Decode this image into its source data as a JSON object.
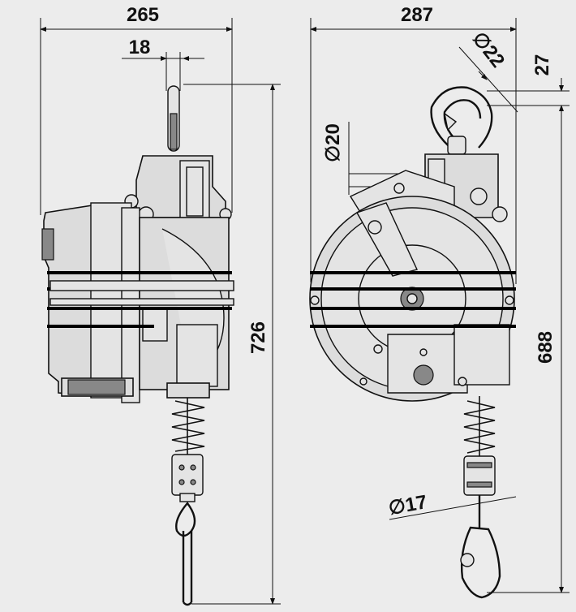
{
  "dimensions": {
    "side_width": "265",
    "side_hook": "18",
    "side_height": "726",
    "front_width": "287",
    "front_hook_dia": "∅22",
    "front_hook_top": "27",
    "front_eye_dia": "∅20",
    "front_height": "688",
    "front_carabiner": "∅17"
  }
}
